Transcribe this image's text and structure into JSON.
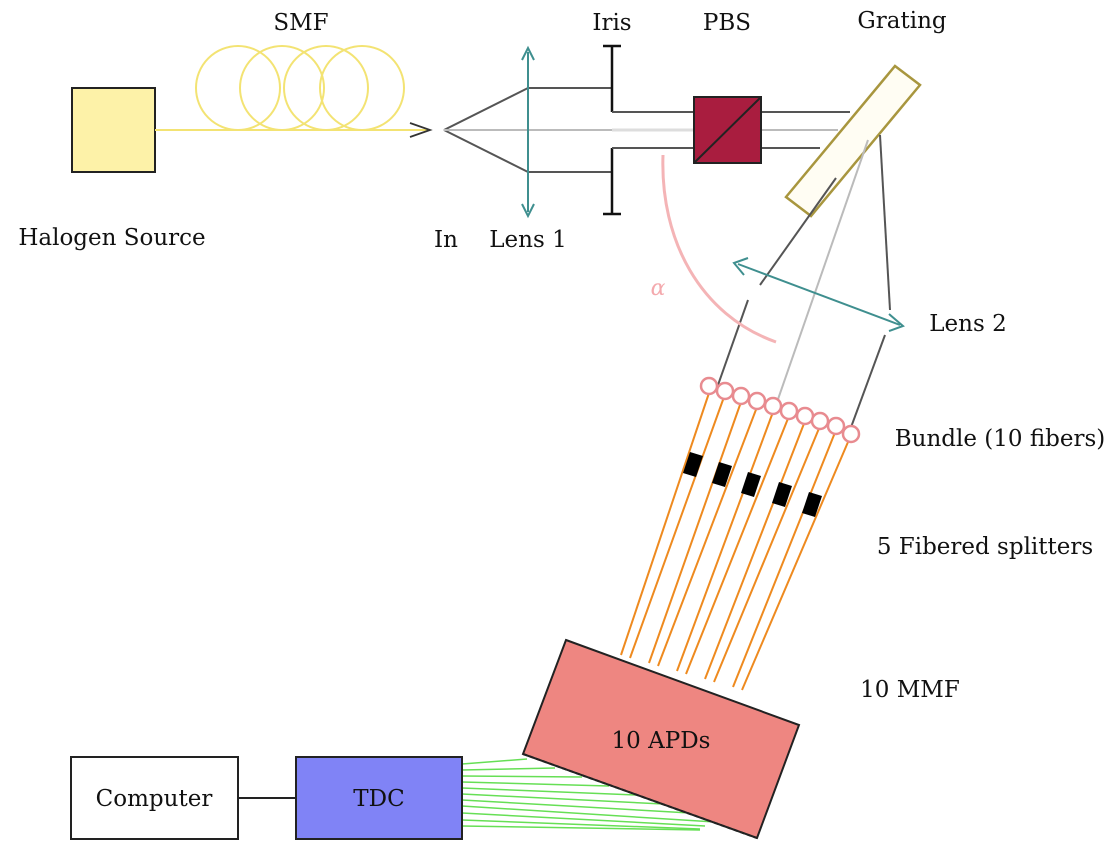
{
  "labels": {
    "smf": "SMF",
    "iris": "Iris",
    "pbs": "PBS",
    "grating": "Grating",
    "halogen_source": "Halogen Source",
    "in": "In",
    "lens1": "Lens 1",
    "alpha": "α",
    "lens2": "Lens 2",
    "bundle": "Bundle (10 fibers)",
    "splitters": "5 Fibered splitters",
    "mmf": "10 MMF",
    "apds": "10 APDs",
    "computer": "Computer",
    "tdc": "TDC"
  },
  "colors": {
    "source_fill": "#fdf2a8",
    "fiber_yellow": "#f3e373",
    "lens_teal": "#3f8f8f",
    "pbs_fill": "#a91d3f",
    "grating_stroke": "#a8963e",
    "grating_fill": "#fffdf3",
    "alpha_pink": "#f4a9ad",
    "fiber_orange": "#ee8a1f",
    "splitter_black": "#000000",
    "apd_fill": "#ee8681",
    "tdc_fill": "#8083f6",
    "cable_green": "#66df55",
    "beam_gray": "#555555",
    "center_ray": "#bbbbbb"
  },
  "counts": {
    "bundle_fibers": 10,
    "splitters": 5,
    "mmf": 10
  }
}
